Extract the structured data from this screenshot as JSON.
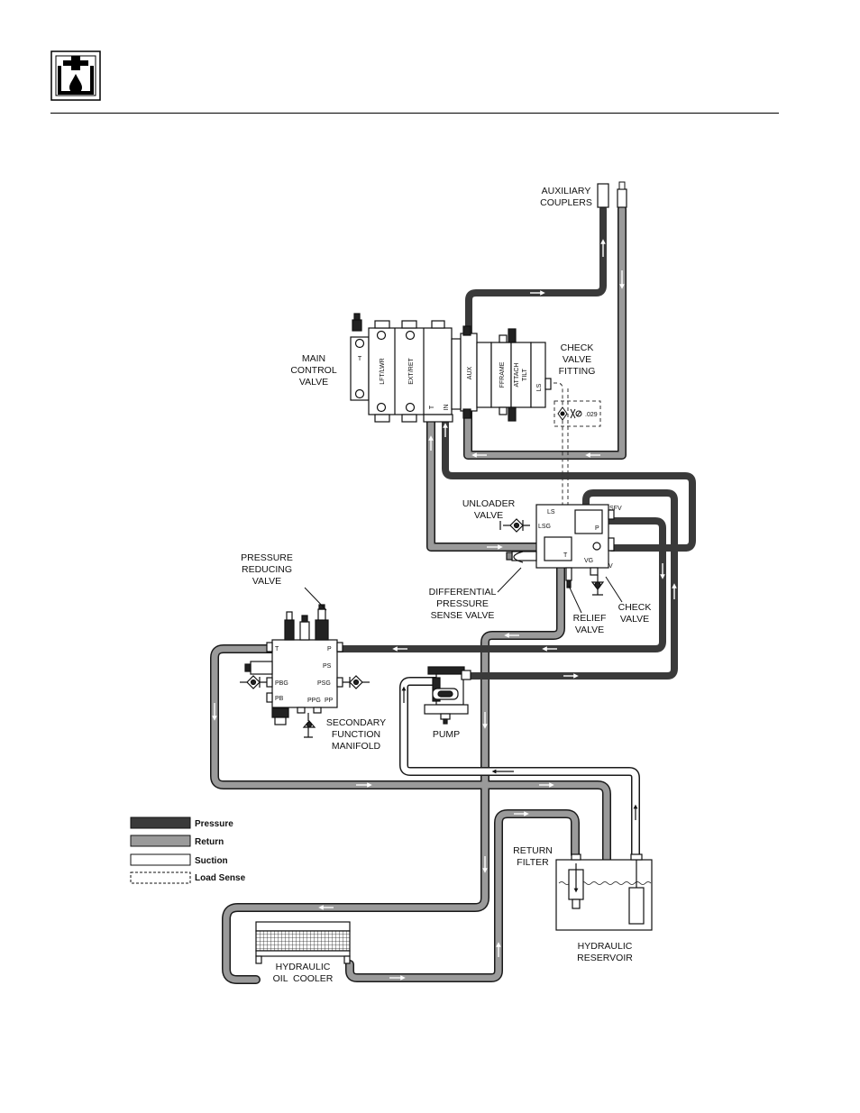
{
  "colors": {
    "pressure": "#3a3a3a",
    "return": "#9a9a9a",
    "suction": "#ffffff",
    "outline": "#1a1a1a"
  },
  "header": {
    "icon": "hydraulic-oil-drop-icon"
  },
  "labels": {
    "auxiliary_couplers": [
      "AUXILIARY",
      "COUPLERS"
    ],
    "main_control_valve": [
      "MAIN",
      "CONTROL",
      "VALVE"
    ],
    "check_valve_fitting": [
      "CHECK",
      "VALVE",
      "FITTING"
    ],
    "orifice": ".029",
    "unloader_valve": [
      "UNLOADER",
      "VALVE"
    ],
    "pressure_reducing_valve": [
      "PRESSURE",
      "REDUCING",
      "VALVE"
    ],
    "differential_pressure_sense_valve": [
      "DIFFERENTIAL",
      "PRESSURE",
      "SENSE VALVE"
    ],
    "relief_valve": [
      "RELIEF",
      "VALVE"
    ],
    "check_valve": [
      "CHECK",
      "VALVE"
    ],
    "secondary_function_manifold": [
      "SECONDARY",
      "FUNCTION",
      "MANIFOLD"
    ],
    "pump": "PUMP",
    "return_filter": [
      "RETURN",
      "FILTER"
    ],
    "hydraulic_reservoir": [
      "HYDRAULIC",
      "RESERVOIR"
    ],
    "hydraulic_oil_cooler": [
      "HYDRAULIC",
      "OIL  COOLER"
    ]
  },
  "valve_sections": {
    "t": "T",
    "lft_lwr": "LFT/LWR",
    "ext_ret": "EXT/RET",
    "aux": "AUX",
    "fframe": "FFRAME",
    "attach_tilt": [
      "ATTACH",
      "TILT"
    ],
    "ls": "LS",
    "port_t": "T",
    "port_in": "IN"
  },
  "unloader_ports": {
    "ls": "LS",
    "lsg": "LSG",
    "sfv": "SFV",
    "p": "P",
    "t": "T",
    "vg": "VG",
    "v": "V"
  },
  "manifold_ports": {
    "t": "T",
    "p": "P",
    "ps": "PS",
    "pbg": "PBG",
    "psg": "PSG",
    "pb": "PB",
    "ppg": "PPG",
    "pp": "PP"
  },
  "legend": [
    {
      "key": "pressure",
      "label": "Pressure"
    },
    {
      "key": "return",
      "label": "Return"
    },
    {
      "key": "suction",
      "label": "Suction"
    },
    {
      "key": "load_sense",
      "label": "Load Sense"
    }
  ]
}
